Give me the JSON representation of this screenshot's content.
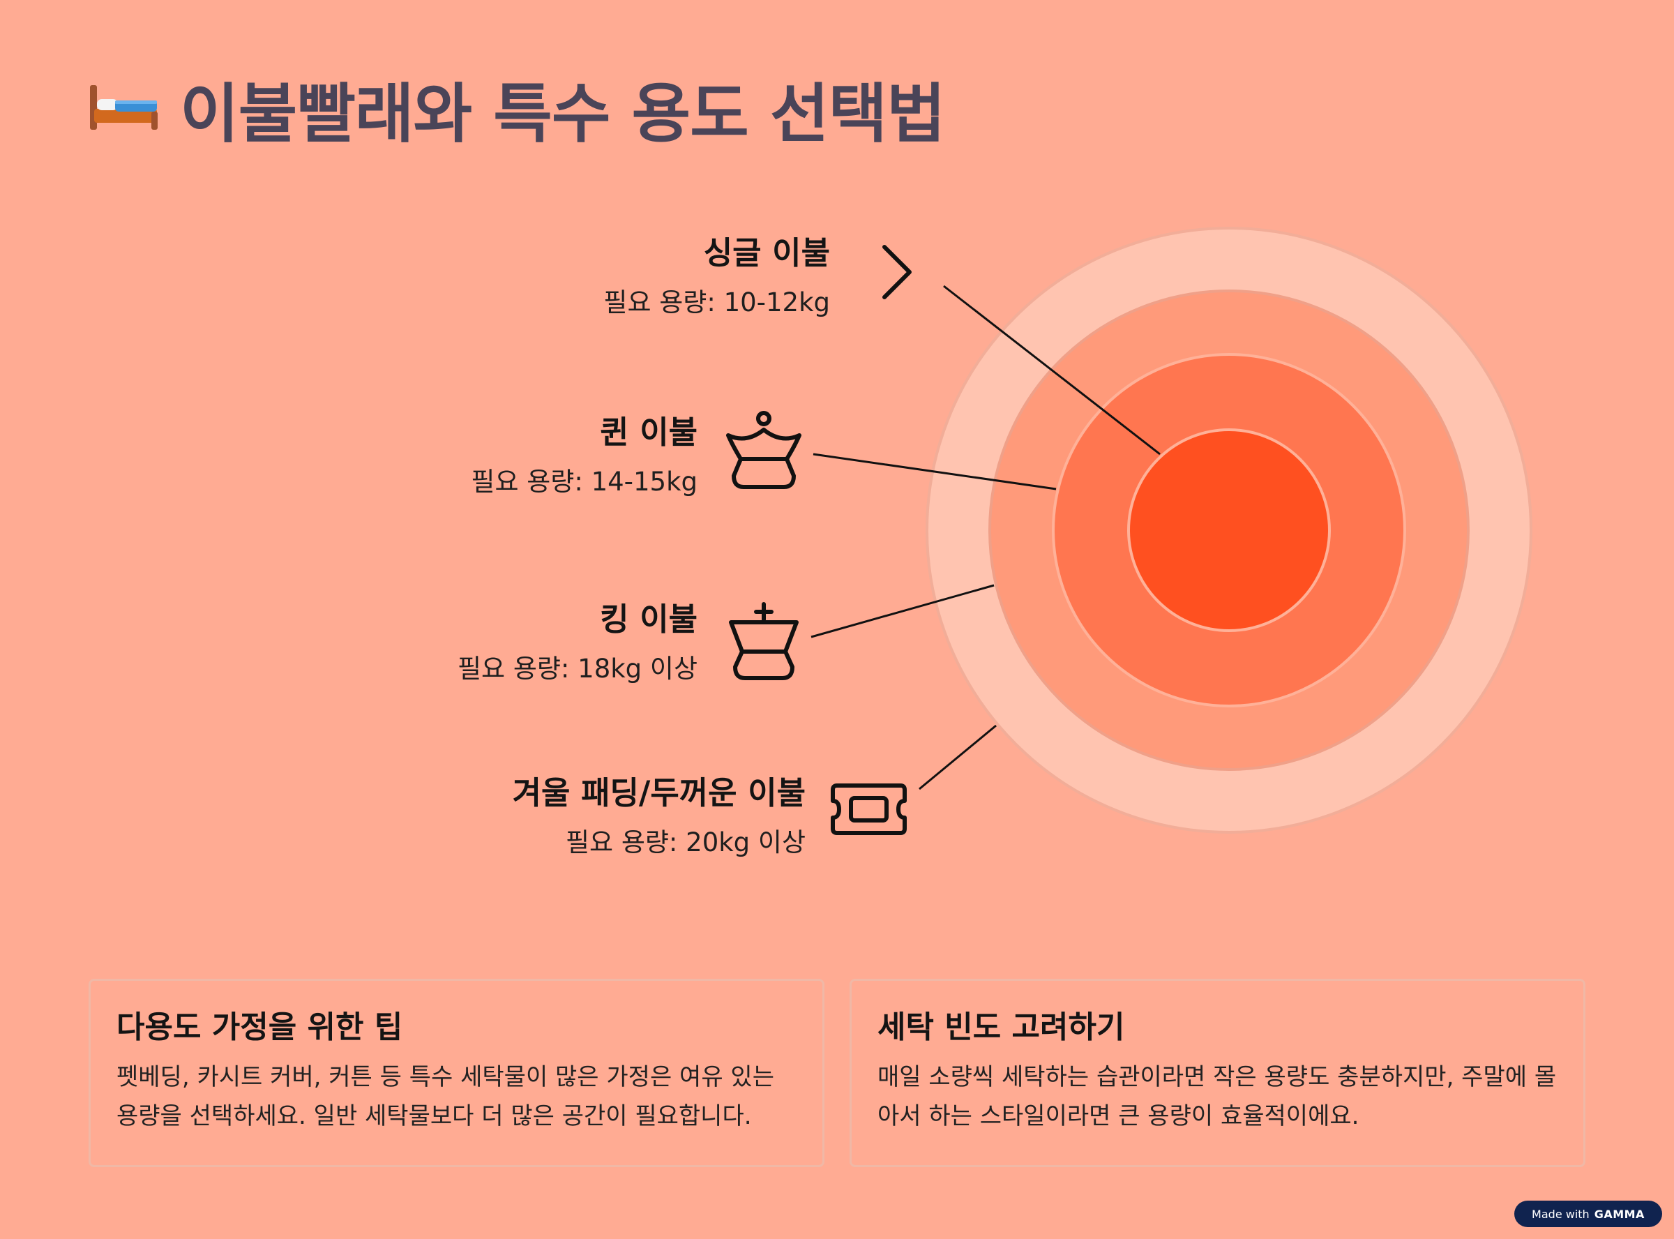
{
  "page": {
    "title": "이불빨래와 특수 용도 선택법",
    "title_icon": "bed-icon"
  },
  "items": [
    {
      "title": "싱글 이불",
      "caption": "필요 용량: 10-12kg",
      "icon": "chevron-right-icon"
    },
    {
      "title": "퀸 이불",
      "caption": "필요 용량: 14-15kg",
      "icon": "chess-queen-icon"
    },
    {
      "title": "킹 이불",
      "caption": "필요 용량: 18kg 이상",
      "icon": "chess-king-icon"
    },
    {
      "title": "겨울 패딩/두꺼운 이불",
      "caption": "필요 용량: 20kg 이상",
      "icon": "ticket-icon"
    }
  ],
  "rings": {
    "colors": [
      "#ffc4b0",
      "#ff9a7a",
      "#ff7650",
      "#ff5020"
    ]
  },
  "cards": [
    {
      "title": "다용도 가정을 위한 팁",
      "body": "펫베딩, 카시트 커버, 커튼 등 특수 세탁물이 많은 가정은 여유 있는 용량을 선택하세요. 일반 세탁물보다 더 많은 공간이 필요합니다."
    },
    {
      "title": "세탁 빈도 고려하기",
      "body": "매일 소량씩 세탁하는 습관이라면 작은 용량도 충분하지만, 주말에 몰아서 하는 스타일이라면 큰 용량이 효율적이에요."
    }
  ],
  "badge": {
    "made_with": "Made with",
    "brand": "GAMMA"
  }
}
